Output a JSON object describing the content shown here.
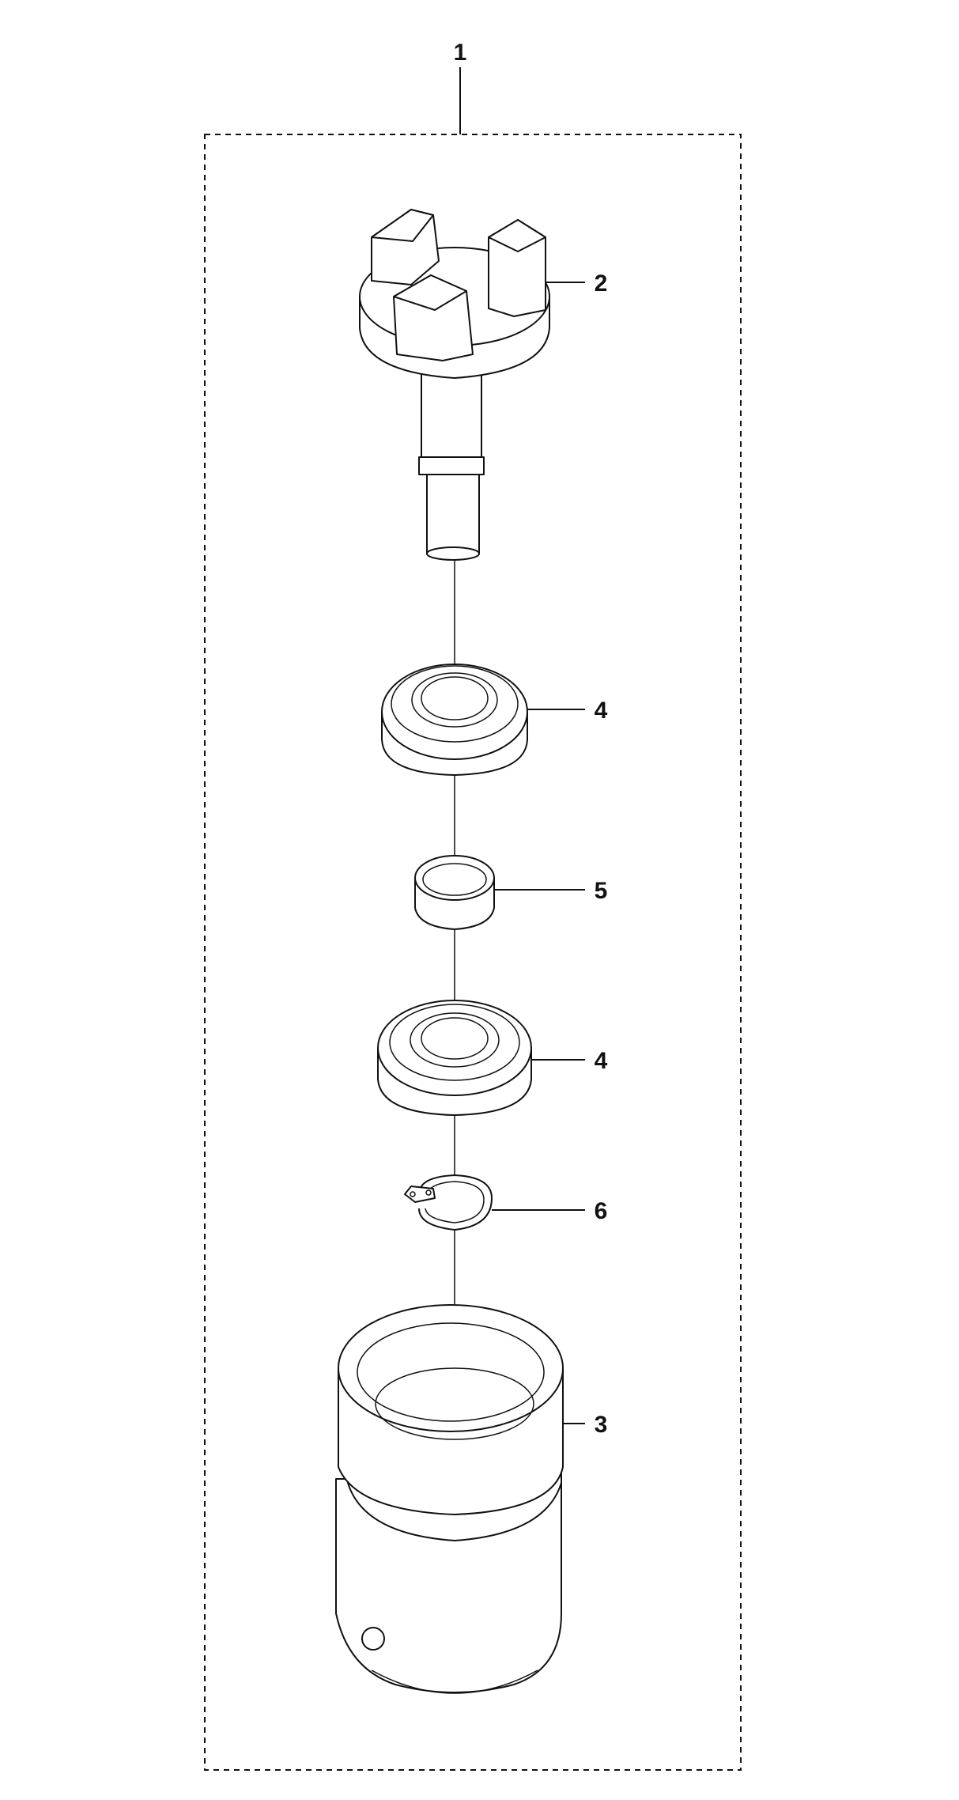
{
  "callouts": {
    "assembly": "1",
    "cutter_head": "2",
    "housing": "3",
    "bearing_upper": "4",
    "spacer": "5",
    "bearing_lower": "4",
    "circlip": "6"
  }
}
